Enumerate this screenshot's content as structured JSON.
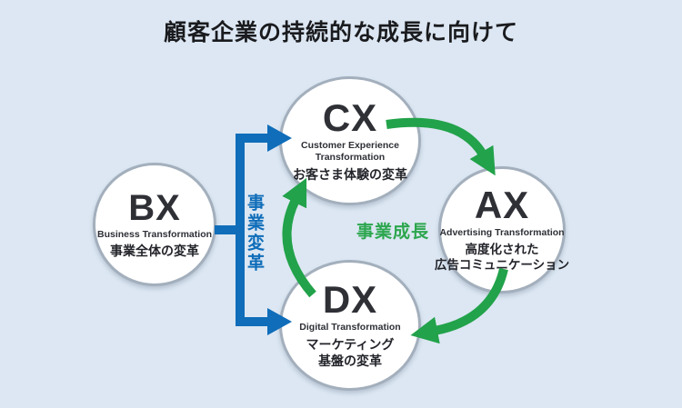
{
  "title": "顧客企業の持続的な成長に向けて",
  "nodes": [
    {
      "id": "bx",
      "abbr": "BX",
      "en1": "Business Transformation",
      "en2": "",
      "jp1": "事業全体の変革",
      "jp2": ""
    },
    {
      "id": "cx",
      "abbr": "CX",
      "en1": "Customer Experience",
      "en2": "Transformation",
      "jp1": "お客さま体験の変革",
      "jp2": ""
    },
    {
      "id": "ax",
      "abbr": "AX",
      "en1": "Advertising Transformation",
      "en2": "",
      "jp1": "高度化された",
      "jp2": "広告コミュニケーション"
    },
    {
      "id": "dx",
      "abbr": "DX",
      "en1": "Digital Transformation",
      "en2": "",
      "jp1": "マーケティング",
      "jp2": "基盤の変革"
    }
  ],
  "labels": {
    "business_change_vertical": "事業変革",
    "business_growth": "事業成長"
  },
  "colors": {
    "background": "#dce7f3",
    "blue": "#0f6db9",
    "green": "#22a24a",
    "text": "#2e3036",
    "circle_border": "#a3afbc",
    "circle_fill": "#ffffff"
  }
}
